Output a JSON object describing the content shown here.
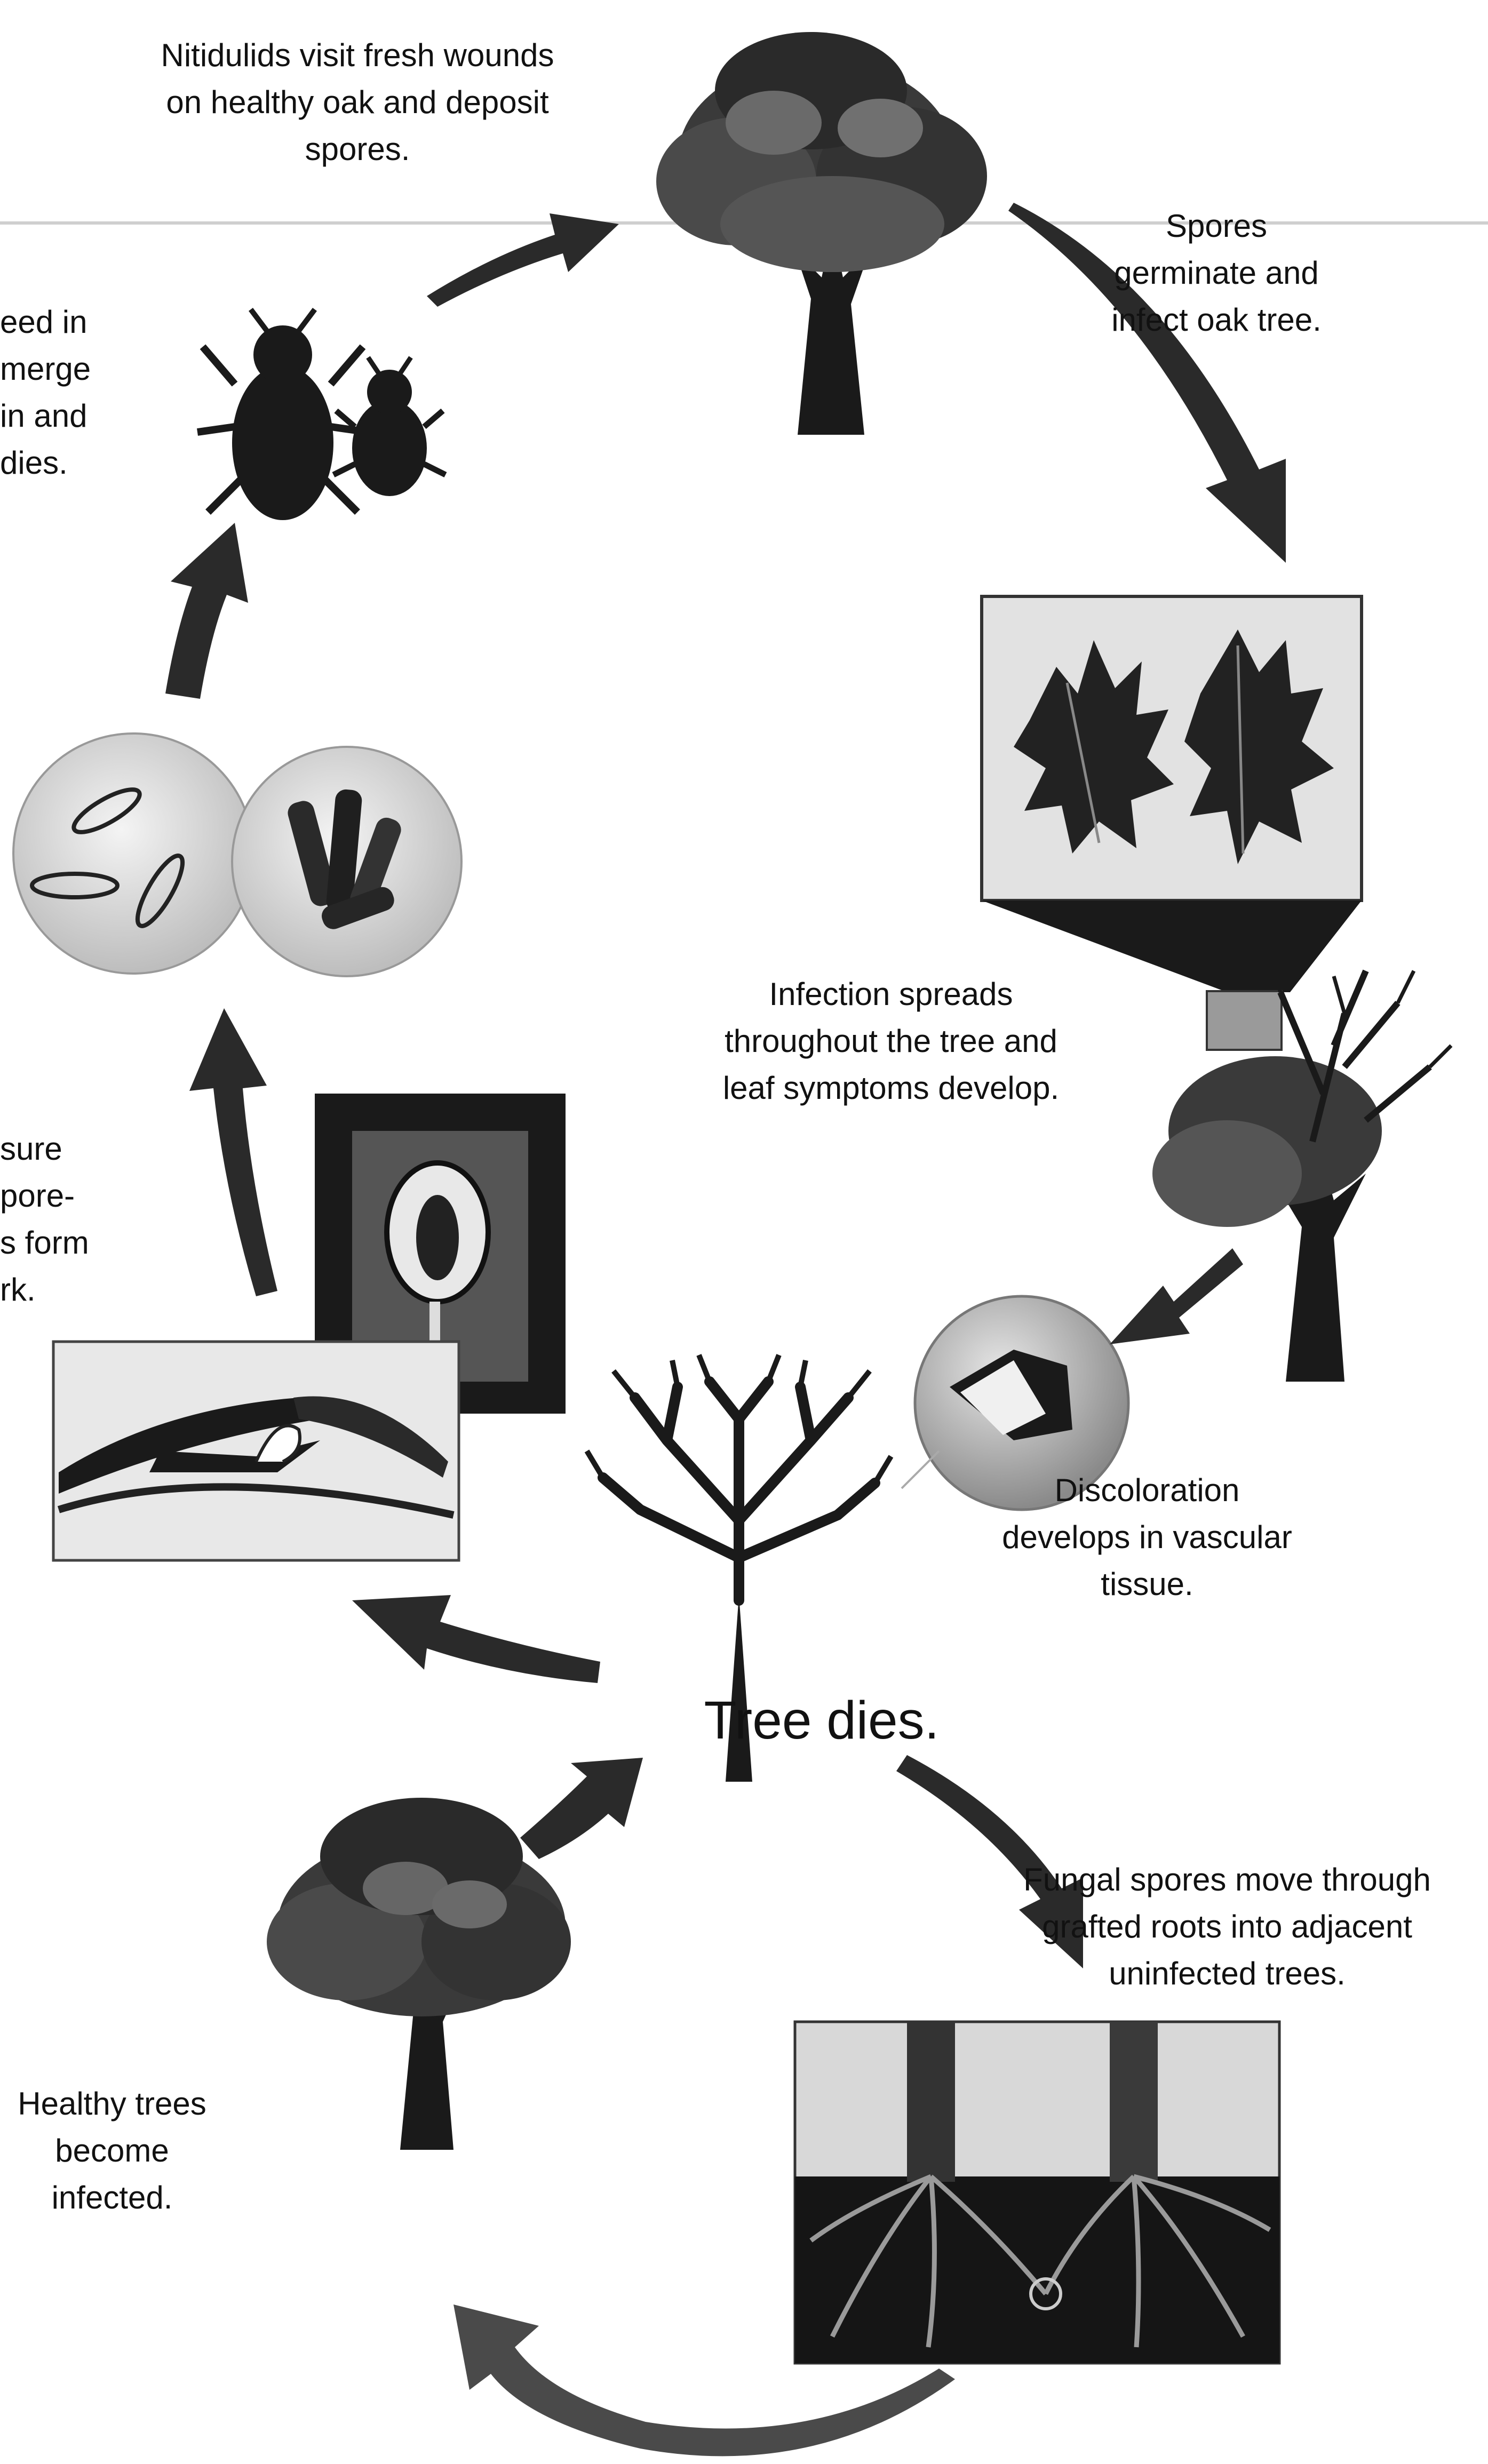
{
  "colors": {
    "ink": "#1a1a1a",
    "arrow": "#2a2a2a",
    "panel_bg": "#dcdcdc",
    "soil": "#151515",
    "line": "#c8c8c8"
  },
  "labels": {
    "nitidulids": "Nitidulids visit fresh wounds on healthy oak and deposit spores.",
    "spores_germinate": "Spores germinate and infect oak tree.",
    "beetles_partial": "eed in merge in and dies.",
    "infection_spreads": "Infection spreads throughout the tree and leaf symptoms develop.",
    "pressure_partial": "sure pore- s form rk.",
    "discoloration": "Discoloration develops in vascular tissue.",
    "tree_dies": "Tree dies.",
    "fungal_spores": "Fungal spores move through grafted roots into adjacent uninfected trees.",
    "healthy_trees": "Healthy trees become infected."
  },
  "icons": {
    "top_tree": "healthy-oak-tree-icon",
    "beetles": "nitidulid-beetles-icon",
    "leaves": "infected-oak-leaves-icon",
    "spore_circles": "fungal-spores-magnified-icon",
    "spreading_tree": "symptomatic-tree-icon",
    "wood_cross_section": "discolored-wood-icon",
    "pressure_pad": "pressure-pad-icon",
    "mat_cross_section": "fungal-mat-cross-section-icon",
    "dead_tree": "dead-tree-icon",
    "healthy_tree_lower": "healthy-tree-icon",
    "root_graft": "root-graft-icon"
  }
}
